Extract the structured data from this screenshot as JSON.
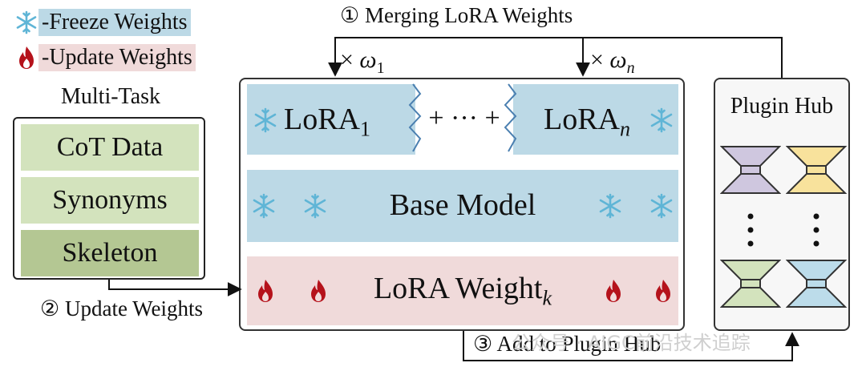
{
  "legend": {
    "freeze_label": "-Freeze  Weights",
    "update_label": "-Update Weights"
  },
  "multitask": {
    "title": "Multi-Task",
    "items": [
      "CoT Data",
      "Synonyms",
      "Skeleton"
    ],
    "item_colors": [
      "#d3e3bd",
      "#d3e3bd",
      "#b4c793"
    ]
  },
  "lora_band": {
    "left_label": "LoRA",
    "left_sub": "1",
    "middle_label": "+ ··· +",
    "right_label": "LoRA",
    "right_sub": "n"
  },
  "base_band": {
    "label": "Base Model"
  },
  "weight_band": {
    "label": "LoRA Weight",
    "sub": "k"
  },
  "plugin_hub": {
    "title": "Plugin Hub",
    "module_colors": [
      "#cfc7df",
      "#f8e29c",
      "#d3e3bd",
      "#bcdcea"
    ]
  },
  "captions": {
    "merge": "① Merging LoRA Weights",
    "update": "② Update Weights",
    "add": "③ Add to Plugin Hub"
  },
  "multipliers": {
    "first_x": "×",
    "first_w": "ω",
    "first_sub": "1",
    "last_x": "×",
    "last_w": "ω",
    "last_sub": "n"
  },
  "colors": {
    "freeze_blue": "#bcd9e6",
    "update_pink": "#f0dada",
    "snowflake": "#5fb5d6",
    "flame": "#b5121b",
    "zigzag": "#4a7fb0"
  },
  "icons": [
    "snowflake-icon",
    "flame-icon",
    "hourglass-module-icon"
  ],
  "watermark": "公众号 · AIGC前沿技术追踪"
}
